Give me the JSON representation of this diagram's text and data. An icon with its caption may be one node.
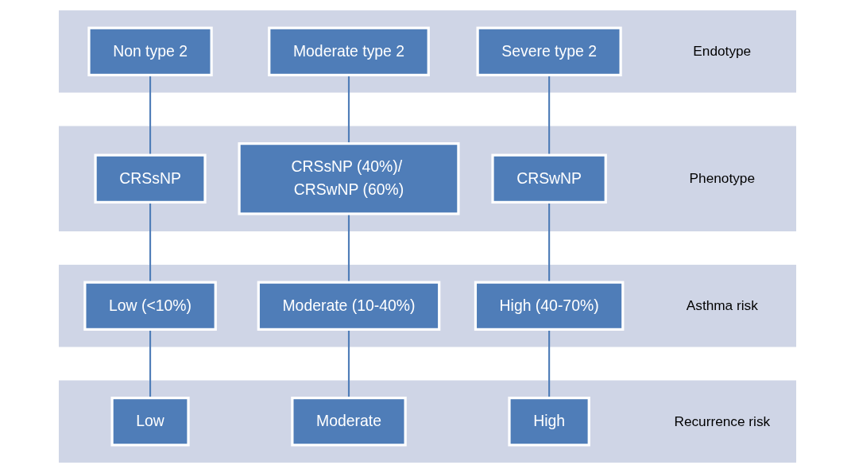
{
  "diagram": {
    "nodes": [
      {
        "text": [
          "Endotype"
        ]
      },
      {
        "text": [
          "Non type 2"
        ],
        "in": 0
      },
      {
        "text": [
          "Moderate type 2"
        ],
        "in": 0
      },
      {
        "text": [
          "Severe type 2"
        ],
        "in": 0
      },
      {
        "text": [
          "Phenotype"
        ]
      },
      {
        "text": [
          "CRSsNP"
        ],
        "in": 4
      },
      {
        "text": [
          "CRSsNP (40%)/ CRSwNP (60%)"
        ],
        "in": 4
      },
      {
        "text": [
          "CRSwNP"
        ],
        "in": 4
      },
      {
        "text": [
          "Asthma risk"
        ]
      },
      {
        "text": [
          "Low (<10%)"
        ],
        "in": 8
      },
      {
        "text": [
          "Moderate (10-40%)"
        ],
        "in": 8
      },
      {
        "text": [
          "High (40-70%)"
        ],
        "in": 8
      },
      {
        "text": [
          "Recurrence risk"
        ]
      },
      {
        "text": [
          "Low"
        ],
        "in": 12
      },
      {
        "text": [
          "Moderate"
        ],
        "in": 12
      },
      {
        "text": [
          "High"
        ],
        "in": 12
      }
    ],
    "edges": [
      {
        "from": 1,
        "to": 5,
        "arrow": "none"
      },
      {
        "from": 5,
        "to": 9,
        "arrow": "none"
      },
      {
        "from": 9,
        "to": 13,
        "arrow": "none"
      },
      {
        "from": 2,
        "to": 6,
        "arrow": "none"
      },
      {
        "from": 6,
        "to": 10,
        "arrow": "none"
      },
      {
        "from": 10,
        "to": 14,
        "arrow": "none"
      },
      {
        "from": 3,
        "to": 7,
        "arrow": "none"
      },
      {
        "from": 7,
        "to": 11,
        "arrow": "none"
      },
      {
        "from": 11,
        "to": 15,
        "arrow": "none"
      }
    ]
  }
}
